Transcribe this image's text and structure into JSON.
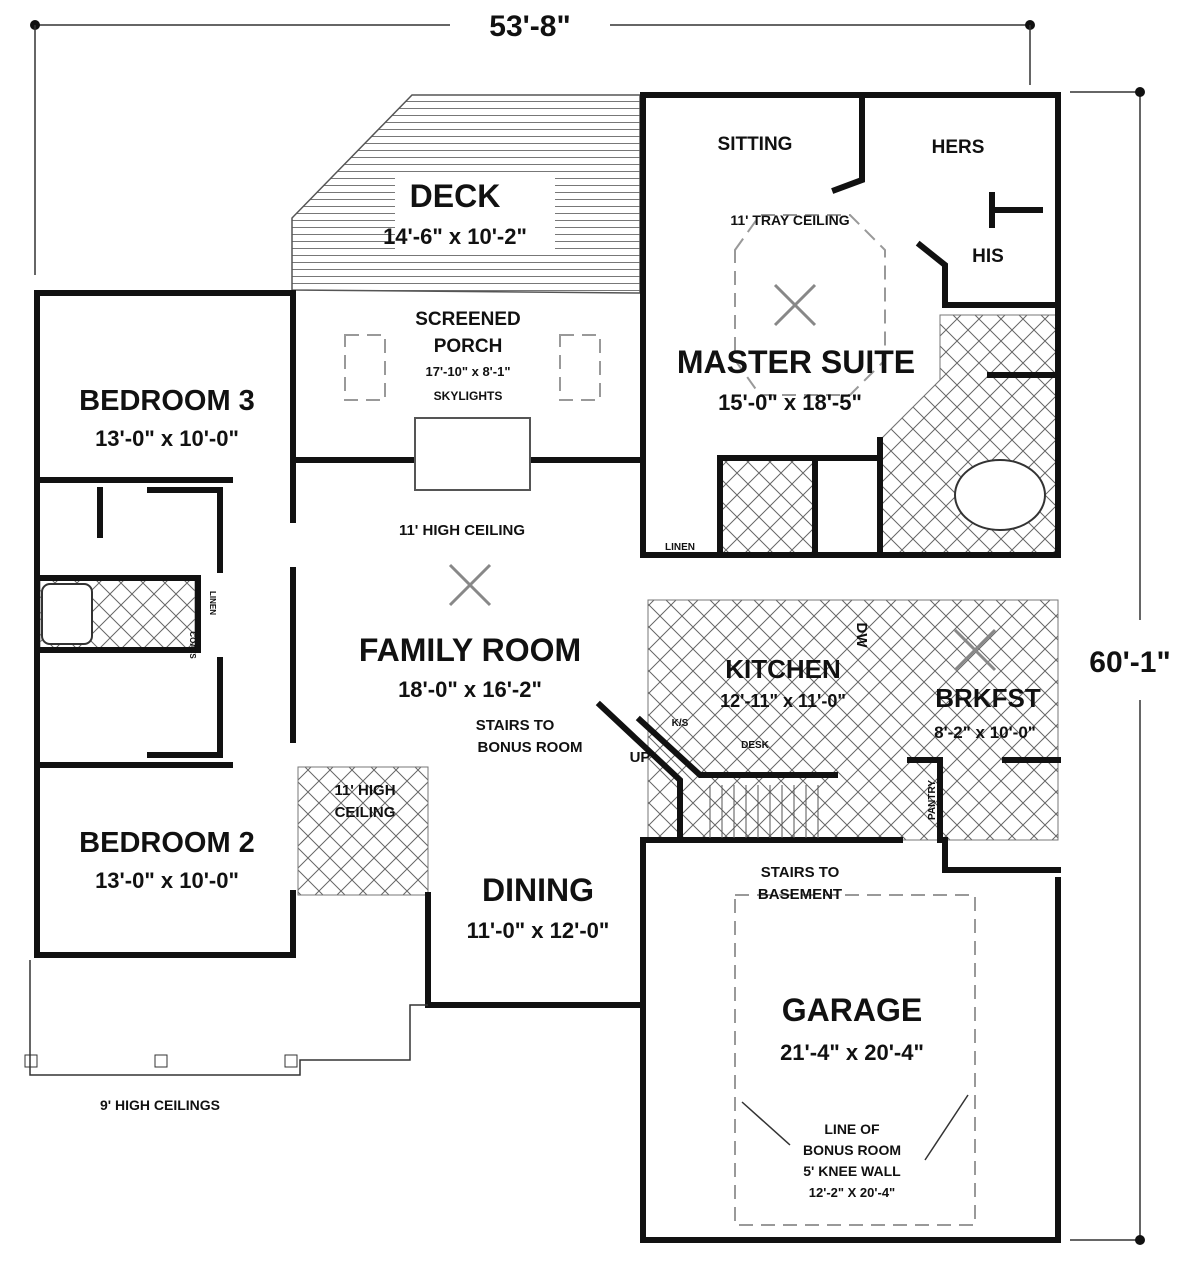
{
  "overall": {
    "width": "53'-8\"",
    "depth": "60'-1\""
  },
  "rooms": {
    "deck": {
      "name": "DECK",
      "size": "14'-6\" x 10'-2\""
    },
    "screened_porch": {
      "name1": "SCREENED",
      "name2": "PORCH",
      "size": "17'-10\" x 8'-1\"",
      "note": "SKYLIGHTS"
    },
    "sitting": {
      "name": "SITTING"
    },
    "hers": {
      "name": "HERS"
    },
    "his": {
      "name": "HIS"
    },
    "master_suite": {
      "name": "MASTER SUITE",
      "size": "15'-0\" x 18'-5\"",
      "note": "11' TRAY CEILING"
    },
    "bedroom3": {
      "name": "BEDROOM 3",
      "size": "13'-0\" x 10'-0\""
    },
    "bedroom2": {
      "name": "BEDROOM 2",
      "size": "13'-0\" x 10'-0\""
    },
    "family_room": {
      "name": "FAMILY ROOM",
      "size": "18'-0\" x 16'-2\"",
      "note": "11' HIGH CEILING"
    },
    "kitchen": {
      "name": "KITCHEN",
      "size": "12'-11\" x 11'-0\""
    },
    "brkfst": {
      "name": "BRKFST",
      "size": "8'-2\" x 10'-0\""
    },
    "dining": {
      "name": "DINING",
      "size": "11'-0\" x 12'-0\""
    },
    "foyer": {
      "note1": "11'  HIGH",
      "note2": "CEILING"
    },
    "garage": {
      "name": "GARAGE",
      "size": "21'-4\" x 20'-4\"",
      "note1": "LINE OF",
      "note2": "BONUS ROOM",
      "note3": "5' KNEE WALL",
      "note4": "12'-2\" X 20'-4\""
    }
  },
  "labels": {
    "linen": "LINEN",
    "linen_hall": "LINEN",
    "coats": "COATS",
    "dw": "DW",
    "ks": "K/S",
    "desk": "DESK",
    "up": "UP",
    "pantry": "PANTRY",
    "stairs_bonus1": "STAIRS TO",
    "stairs_bonus2": "BONUS ROOM",
    "stairs_base1": "STAIRS TO",
    "stairs_base2": "BASEMENT",
    "front_ceilings": "9' HIGH CEILINGS"
  }
}
